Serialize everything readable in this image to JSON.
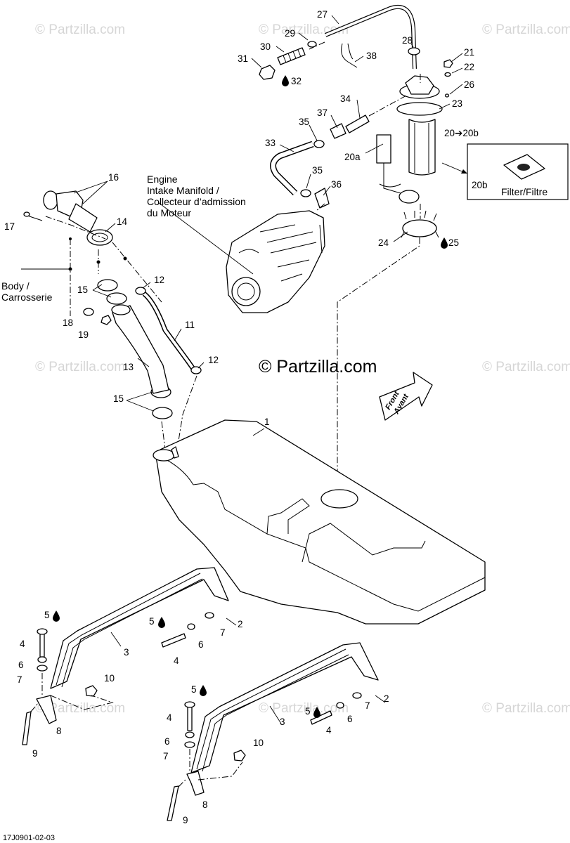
{
  "watermark": {
    "text": "© Partzilla.com",
    "main": "© Partzilla.com"
  },
  "labels": {
    "engine": [
      "Engine",
      "Intake Manifold /",
      "Collecteur d’admission",
      "du Moteur"
    ],
    "body": [
      "Body /",
      "Carrosserie"
    ],
    "filter": "Filter/Filtre",
    "front": [
      "Front",
      "Avant"
    ],
    "part20": "20➔20b",
    "doc_code": "17J0901-02-03"
  },
  "callouts": {
    "c27": "27",
    "c29": "29",
    "c30": "30",
    "c31": "31",
    "c32": "32",
    "c28": "28",
    "c38": "38",
    "c21": "21",
    "c22": "22",
    "c26": "26",
    "c23": "23",
    "c34": "34",
    "c37": "37",
    "c35a": "35",
    "c35b": "35",
    "c33": "33",
    "c36": "36",
    "c20a": "20a",
    "c20b": "20b",
    "c24": "24",
    "c25": "25",
    "c16": "16",
    "c17": "17",
    "c14": "14",
    "c15a": "15",
    "c15b": "15",
    "c12a": "12",
    "c12b": "12",
    "c18": "18",
    "c19": "19",
    "c11": "11",
    "c13": "13",
    "c1": "1",
    "c5a": "5",
    "c5b": "5",
    "c5c": "5",
    "c5d": "5",
    "c2a": "2",
    "c2b": "2",
    "c3a": "3",
    "c3b": "3",
    "c4a": "4",
    "c4b": "4",
    "c4c": "4",
    "c4d": "4",
    "c6a": "6",
    "c6b": "6",
    "c6c": "6",
    "c6d": "6",
    "c7a": "7",
    "c7b": "7",
    "c7c": "7",
    "c7d": "7",
    "c8a": "8",
    "c8b": "8",
    "c9a": "9",
    "c9b": "9",
    "c10a": "10",
    "c10b": "10"
  }
}
